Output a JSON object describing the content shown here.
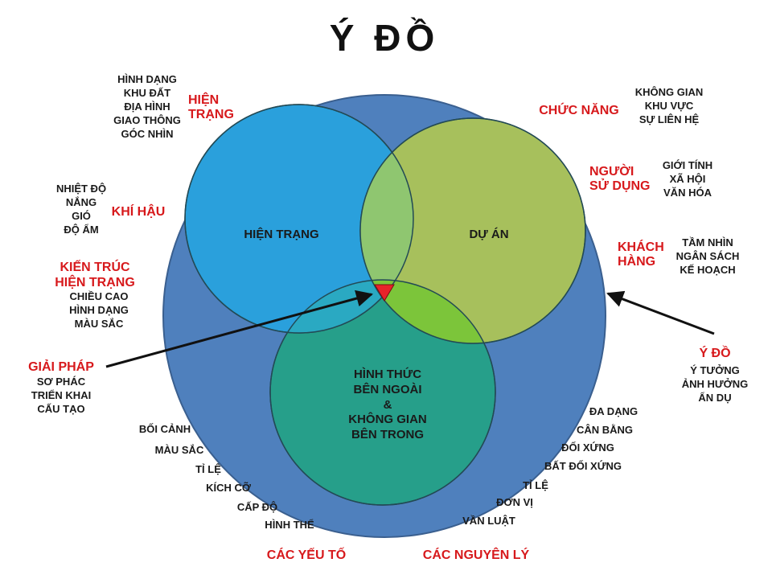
{
  "title": "Ý ĐỒ",
  "colors": {
    "outer": "#4f80bd",
    "hien_trang": "#2aa0dc",
    "du_an": "#a7c05c",
    "hinh_thuc": "#269f8a",
    "overlap_ht_da": "#8fc670",
    "overlap_ht_hinh": "#2aa9c2",
    "overlap_da_hinh": "#7cc53a",
    "marker": "#e8232a",
    "label_red": "#d7191c"
  },
  "circles": {
    "hien_trang": "HIỆN TRẠNG",
    "du_an": "DỰ ÁN",
    "hinh_thuc": [
      "HÌNH THỨC",
      "BÊN NGOÀI",
      "&",
      "KHÔNG GIAN",
      "BÊN TRONG"
    ]
  },
  "labels": {
    "hien_trang_head": [
      "HIỆN",
      "TRẠNG"
    ],
    "hien_trang_items": [
      "HÌNH DẠNG",
      "KHU ĐẤT",
      "ĐỊA HÌNH",
      "GIAO THÔNG",
      "GÓC NHÌN"
    ],
    "khi_hau_head": "KHÍ HẬU",
    "khi_hau_items": [
      "NHIỆT ĐỘ",
      "NẮNG",
      "GIÓ",
      "ĐỘ ẨM"
    ],
    "kien_truc_head": [
      "KIẾN TRÚC",
      "HIỆN TRẠNG"
    ],
    "kien_truc_items": [
      "CHIỀU CAO",
      "HÌNH DẠNG",
      "MÀU SẮC"
    ],
    "giai_phap_head": "GIẢI PHÁP",
    "giai_phap_items": [
      "SƠ PHÁC",
      "TRIỂN KHAI",
      "CẤU TẠO"
    ],
    "chuc_nang_head": "CHỨC NĂNG",
    "chuc_nang_items": [
      "KHÔNG GIAN",
      "KHU VỰC",
      "SỰ LIÊN HỆ"
    ],
    "nguoi_su_dung_head": [
      "NGƯỜI",
      "SỬ DỤNG"
    ],
    "nguoi_su_dung_items": [
      "GIỚI TÍNH",
      "XÃ HỘI",
      "VĂN HÓA"
    ],
    "khach_hang_head": [
      "KHÁCH",
      "HÀNG"
    ],
    "khach_hang_items": [
      "TẦM NHÌN",
      "NGÂN SÁCH",
      "KẾ HOẠCH"
    ],
    "y_do_head": "Ý ĐỒ",
    "y_do_items": [
      "Ý TƯỞNG",
      "ẢNH HƯỞNG",
      "ẨN DỤ"
    ],
    "yeu_to_items": [
      "BỐI CẢNH",
      "MÀU SẮC",
      "TỈ LỆ",
      "KÍCH CỠ",
      "CẤP ĐỘ",
      "HÌNH THỂ"
    ],
    "nguyen_ly_items": [
      "ĐA DẠNG",
      "CÂN BẰNG",
      "ĐỐI XỨNG",
      "BẤT ĐỐI XỨNG",
      "TỈ LỆ",
      "ĐƠN VỊ",
      "VẦN LUẬT"
    ],
    "cac_yeu_to": "CÁC YẾU TỐ",
    "cac_nguyen_ly": "CÁC NGUYÊN LÝ"
  }
}
